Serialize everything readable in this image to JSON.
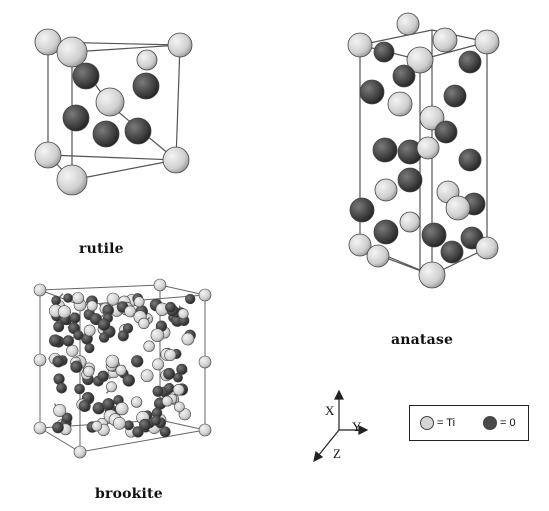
{
  "labels": {
    "rutile": "rutile",
    "anatase": "anatase",
    "brookite": "brookite"
  },
  "axes": {
    "x": "X",
    "y": "Y",
    "z": "Z"
  },
  "legend": {
    "ti_label": "= Ti",
    "o_label": "= 0"
  },
  "colors": {
    "ti": "#d6d6d6",
    "o": "#4a4a4a",
    "line": "#555555"
  }
}
